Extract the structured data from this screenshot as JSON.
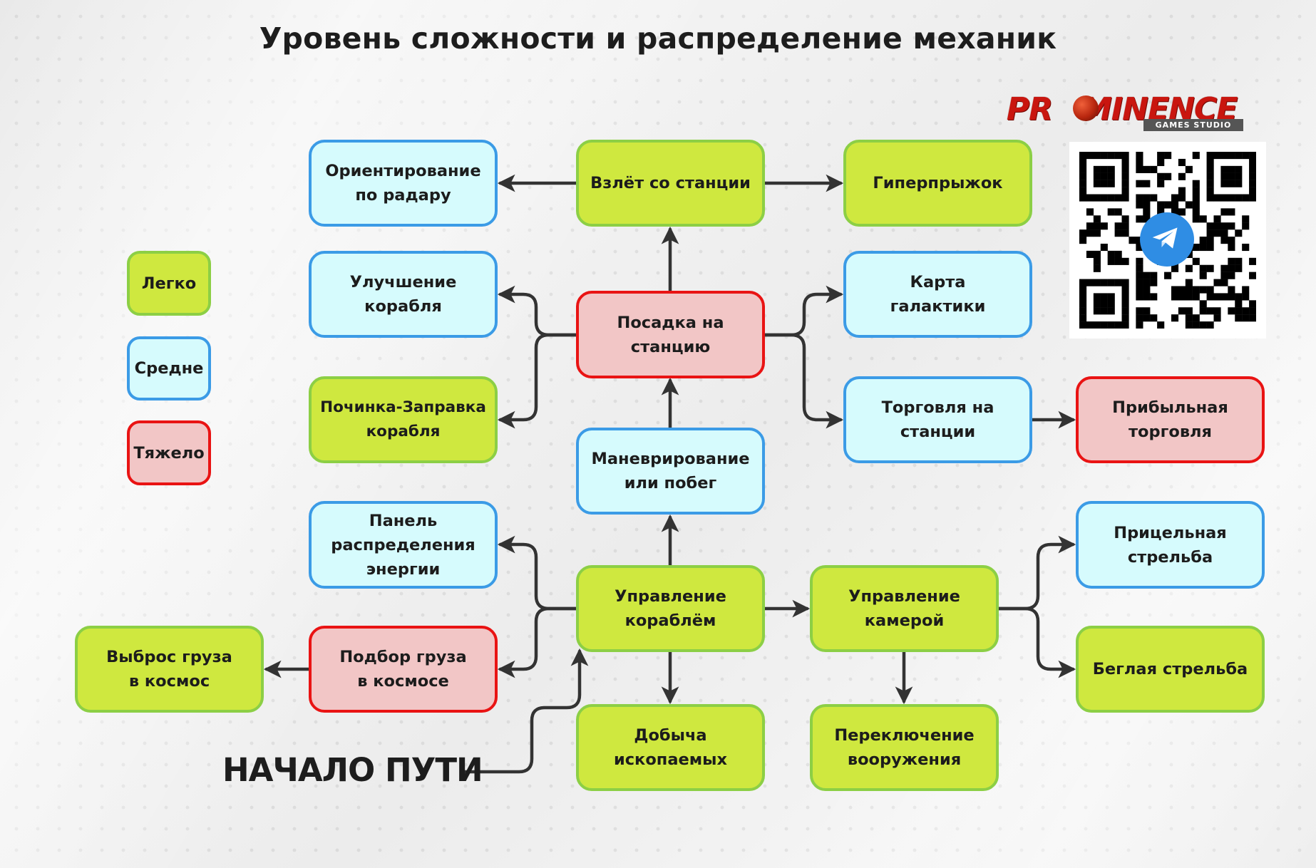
{
  "title": "Уровень сложности и распределение механик",
  "logo": {
    "brand_prefix": "PR",
    "brand_suffix": "MINENCE",
    "subtitle": "GAMES STUDIO",
    "brand_color": "#c9160f"
  },
  "qr_code": {
    "center_icon": "telegram-paper-plane-icon",
    "center_color": "#2f8de4"
  },
  "legend": [
    {
      "level": "easy",
      "label": "Легко"
    },
    {
      "level": "medium",
      "label": "Средне"
    },
    {
      "level": "hard",
      "label": "Тяжело"
    }
  ],
  "colors": {
    "easy_fill": "#cfe83f",
    "easy_border": "#8ccf45",
    "medium_fill": "#d6fbfd",
    "medium_border": "#3b9be6",
    "hard_fill": "#f2c6c6",
    "hard_border": "#e91313",
    "connector": "#333333"
  },
  "start_label": "НАЧАЛО ПУТИ",
  "nodes": {
    "radar": {
      "label": "Ориентирование по радару",
      "level": "medium"
    },
    "takeoff": {
      "label": "Взлёт со станции",
      "level": "easy"
    },
    "hyperjump": {
      "label": "Гиперпрыжок",
      "level": "easy"
    },
    "upgrade": {
      "label": "Улучшение корабля",
      "level": "medium"
    },
    "docking": {
      "label": "Посадка на станцию",
      "level": "hard"
    },
    "galaxy_map": {
      "label": "Карта галактики",
      "level": "medium"
    },
    "repair": {
      "label": "Починка-Заправка корабля",
      "level": "easy"
    },
    "station_trade": {
      "label": "Торговля на станции",
      "level": "medium"
    },
    "profit_trade": {
      "label": "Прибыльная торговля",
      "level": "hard"
    },
    "maneuver": {
      "label": "Маневрирование или побег",
      "level": "medium"
    },
    "energy_panel": {
      "label": "Панель распределения энергии",
      "level": "medium"
    },
    "ship_control": {
      "label": "Управление кораблём",
      "level": "easy"
    },
    "camera_control": {
      "label": "Управление камерой",
      "level": "easy"
    },
    "aimed_fire": {
      "label": "Прицельная стрельба",
      "level": "medium"
    },
    "cargo_drop": {
      "label": "Выброс груза в космос",
      "level": "easy"
    },
    "cargo_pickup": {
      "label": "Подбор груза в космосе",
      "level": "hard"
    },
    "rapid_fire": {
      "label": "Беглая стрельба",
      "level": "easy"
    },
    "mining": {
      "label": "Добыча ископаемых",
      "level": "easy"
    },
    "weapon_switch": {
      "label": "Переключение вооружения",
      "level": "easy"
    }
  },
  "edges": [
    {
      "from": "start",
      "to": "ship_control"
    },
    {
      "from": "ship_control",
      "to": "maneuver"
    },
    {
      "from": "ship_control",
      "to": "energy_panel"
    },
    {
      "from": "ship_control",
      "to": "cargo_pickup"
    },
    {
      "from": "ship_control",
      "to": "camera_control"
    },
    {
      "from": "ship_control",
      "to": "mining"
    },
    {
      "from": "cargo_pickup",
      "to": "cargo_drop"
    },
    {
      "from": "camera_control",
      "to": "aimed_fire"
    },
    {
      "from": "camera_control",
      "to": "rapid_fire"
    },
    {
      "from": "camera_control",
      "to": "weapon_switch"
    },
    {
      "from": "maneuver",
      "to": "docking"
    },
    {
      "from": "docking",
      "to": "takeoff"
    },
    {
      "from": "docking",
      "to": "upgrade"
    },
    {
      "from": "docking",
      "to": "repair"
    },
    {
      "from": "docking",
      "to": "galaxy_map"
    },
    {
      "from": "docking",
      "to": "station_trade"
    },
    {
      "from": "station_trade",
      "to": "profit_trade"
    },
    {
      "from": "takeoff",
      "to": "radar"
    },
    {
      "from": "takeoff",
      "to": "hyperjump"
    }
  ]
}
